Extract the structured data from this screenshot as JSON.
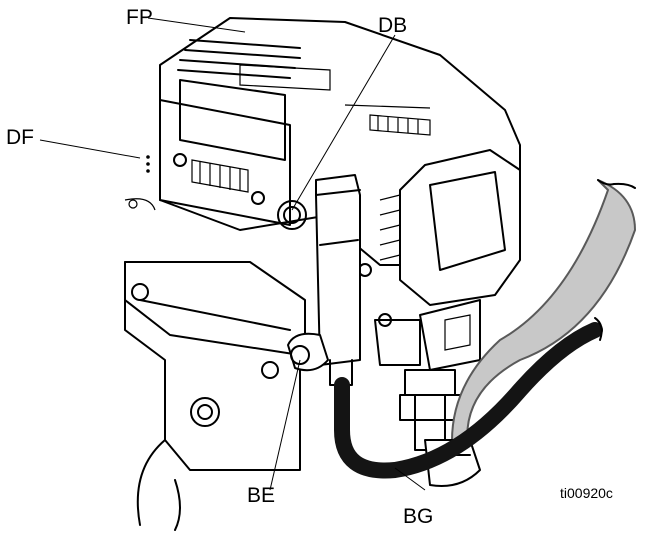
{
  "callouts": {
    "fp": "FP",
    "db": "DB",
    "df": "DF",
    "be": "BE",
    "bg": "BG"
  },
  "figure_ref": "ti00920c",
  "colors": {
    "line": "#000000",
    "background": "#ffffff",
    "light_hose": "#c8c8c8",
    "hose_outline": "#5a5a5a",
    "dark_hose": "#141414"
  }
}
